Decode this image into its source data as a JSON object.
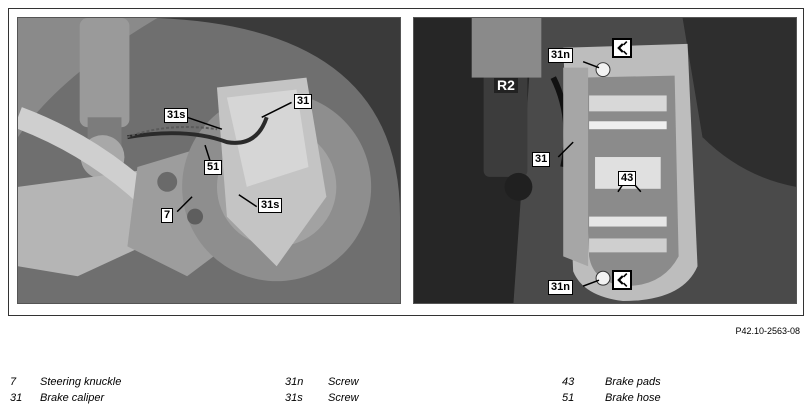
{
  "figure": {
    "reference_code": "P42.10-2563-08",
    "left_callouts": [
      "31s",
      "31",
      "51",
      "7",
      "31s"
    ],
    "right_callouts": [
      "31n",
      "31",
      "43",
      "31n"
    ],
    "stamp_text": "R2"
  },
  "legend": [
    {
      "num": "7",
      "desc": "Steering knuckle"
    },
    {
      "num": "31",
      "desc": "Brake caliper"
    },
    {
      "num": "31n",
      "desc": "Screw"
    },
    {
      "num": "31s",
      "desc": "Screw"
    },
    {
      "num": "43",
      "desc": "Brake pads"
    },
    {
      "num": "51",
      "desc": "Brake hose"
    }
  ],
  "icons": [
    "torque-wrench-icon",
    "torque-wrench-icon"
  ]
}
